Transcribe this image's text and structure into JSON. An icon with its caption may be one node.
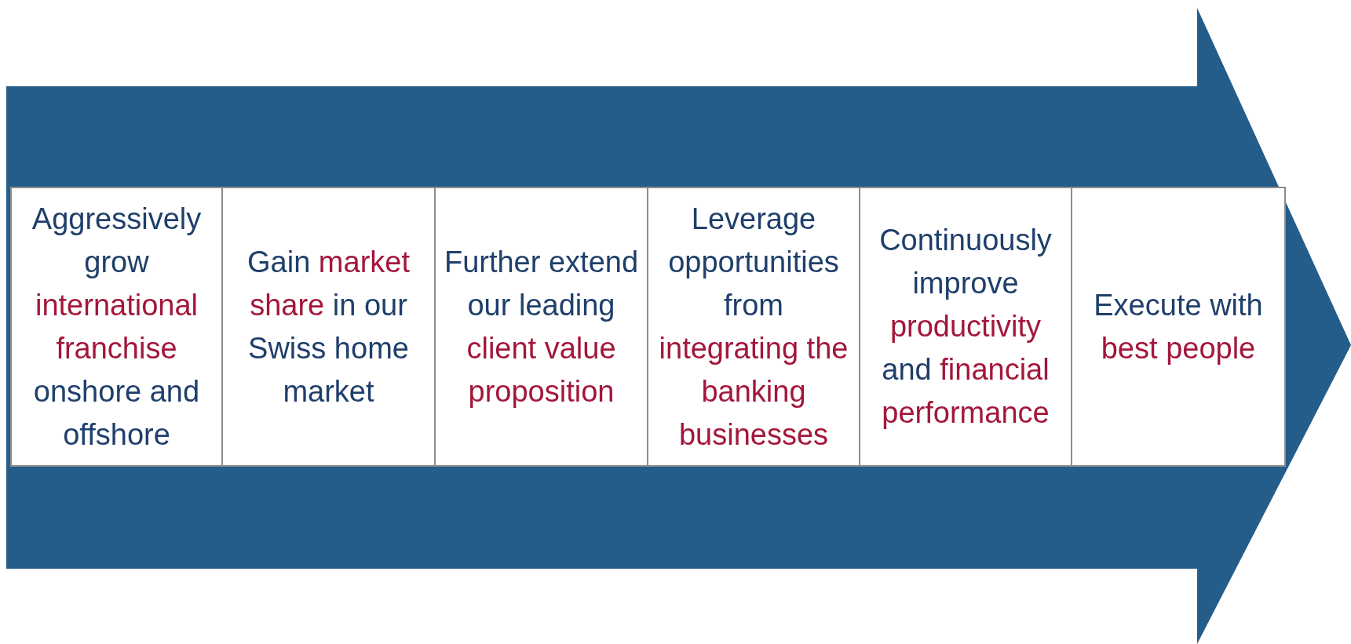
{
  "diagram": {
    "nodes": [
      {
        "text": [
          "Aggressively grow international franchise onshore and offshore"
        ]
      },
      {
        "text": [
          "Gain market share in our Swiss home market"
        ]
      },
      {
        "text": [
          "Further extend our leading client value proposition"
        ]
      },
      {
        "text": [
          "Leverage opportunities from integrating the banking businesses"
        ]
      },
      {
        "text": [
          "Continuously improve productivity and financial performance"
        ]
      },
      {
        "text": [
          "Execute with best people"
        ]
      }
    ]
  }
}
